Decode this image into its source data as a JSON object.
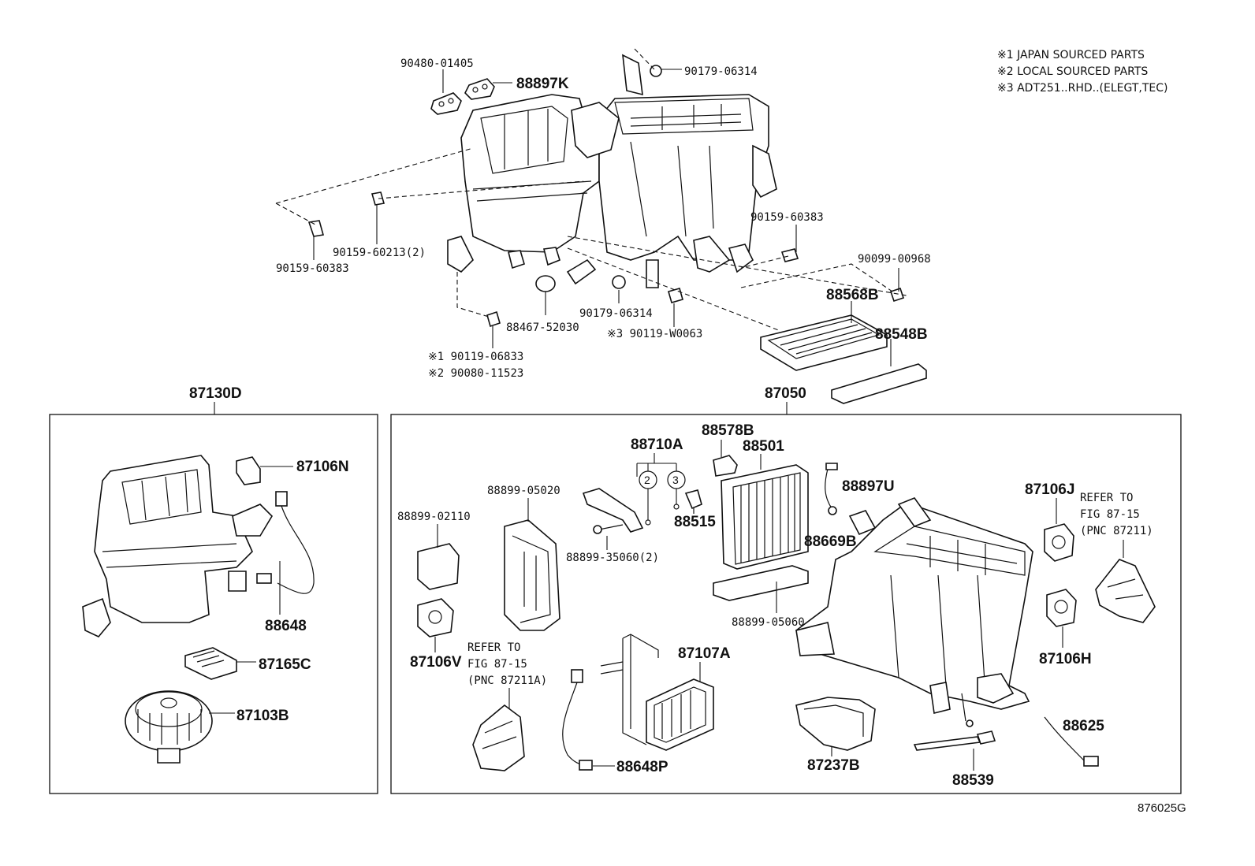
{
  "notes": [
    "※1 JAPAN SOURCED PARTS",
    "※2 LOCAL SOURCED PARTS",
    "※3 ADT251..RHD..(ELEGT,TEC)"
  ],
  "figure_code": "876025G",
  "top_parts": {
    "p90480": "90480-01405",
    "p88897k": "88897K",
    "p90179a": "90179-06314",
    "p90159a": "90159-60383",
    "p90159b": "90159-60213(2)",
    "p90159c": "90159-60383",
    "p90099": "90099-00968",
    "p88568b": "88568B",
    "p88548b": "88548B",
    "p88467": "88467-52030",
    "p90179b": "90179-06314",
    "p90119w": "※3 90119-W0063",
    "p90119": "※1 90119-06833",
    "p90080": "※2 90080-11523"
  },
  "left_box": {
    "title": "87130D",
    "p87106n": "87106N",
    "p88648": "88648",
    "p87165c": "87165C",
    "p87103b": "87103B"
  },
  "right_box": {
    "title": "87050",
    "p88710a": "88710A",
    "circle2": "2",
    "circle3": "3",
    "p88578b": "88578B",
    "p88501": "88501",
    "p88899_05020": "88899-05020",
    "p88899_02110": "88899-02110",
    "p88899_35060": "88899-35060(2)",
    "p88515": "88515",
    "p88897u": "88897U",
    "p88669b": "88669B",
    "p87106j": "87106J",
    "refer1_l1": "REFER TO",
    "refer1_l2": "FIG 87-15",
    "refer1_l3": "(PNC 87211)",
    "p88899_05060": "88899-05060",
    "p87106v": "87106V",
    "refer2_l1": "REFER TO",
    "refer2_l2": "FIG 87-15",
    "refer2_l3": "(PNC 87211A)",
    "p87107a": "87107A",
    "p87106h": "87106H",
    "p88648p": "88648P",
    "p87237b": "87237B",
    "p88539": "88539",
    "p88625": "88625"
  }
}
